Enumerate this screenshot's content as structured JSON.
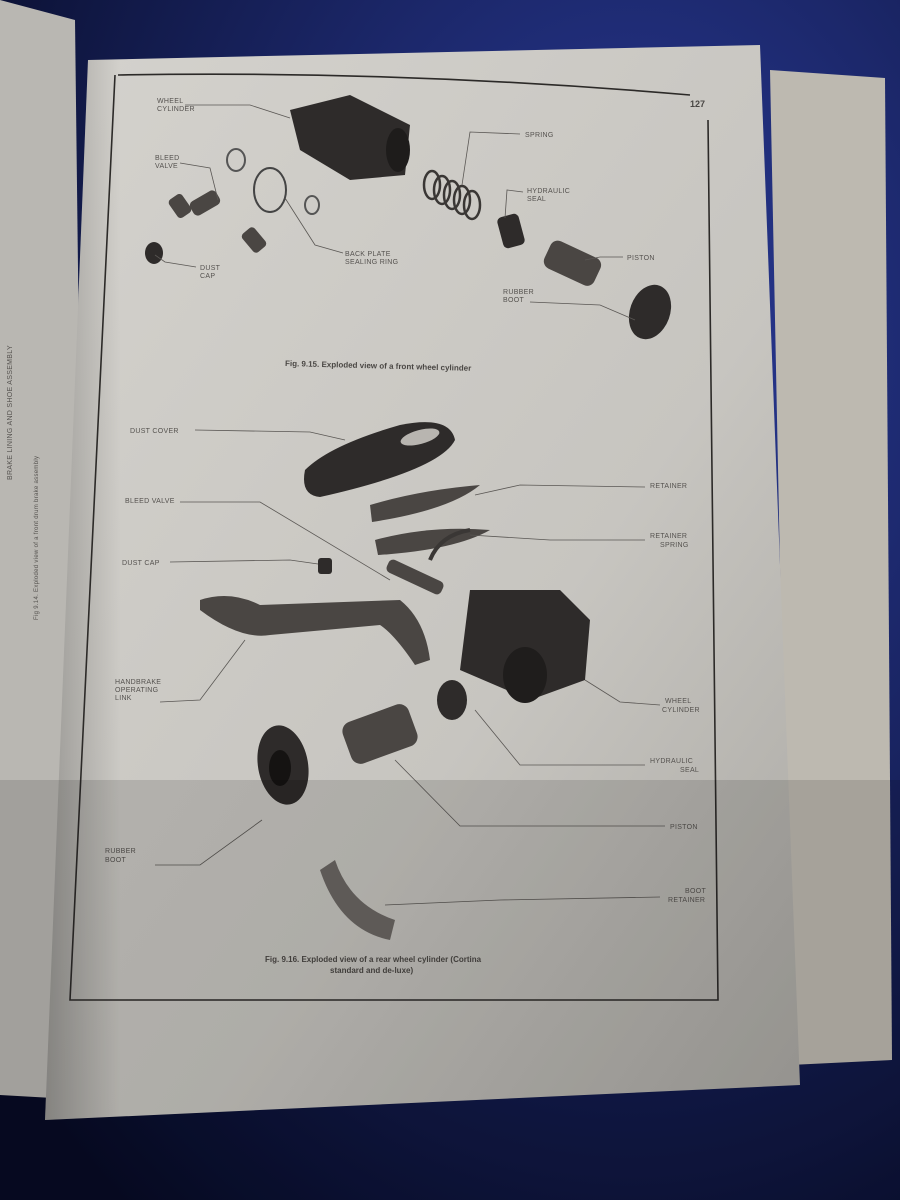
{
  "left_page": {
    "heading": "BRAKE LINING AND SHOE ASSEMBLY",
    "caption": "Fig 9.14. Exploded view of a front drum brake assembly"
  },
  "right_page": {
    "page_number": "127",
    "figure_1": {
      "caption": "Fig. 9.15. Exploded view of a front wheel cylinder",
      "labels": {
        "wheel_cylinder": [
          "WHEEL",
          "CYLINDER"
        ],
        "bleed_valve": [
          "BLEED",
          "VALVE"
        ],
        "dust_cap": [
          "DUST",
          "CAP"
        ],
        "back_plate_sealing_ring": [
          "BACK PLATE",
          "SEALING RING"
        ],
        "spring": [
          "SPRING"
        ],
        "hydraulic_seal": [
          "HYDRAULIC",
          "SEAL"
        ],
        "piston": [
          "PISTON"
        ],
        "rubber_boot": [
          "RUBBER",
          "BOOT"
        ]
      }
    },
    "figure_2": {
      "caption": [
        "Fig. 9.16. Exploded view of a rear wheel cylinder (Cortina",
        "standard and de-luxe)"
      ],
      "labels": {
        "dust_cover": [
          "DUST COVER"
        ],
        "bleed_valve": [
          "BLEED VALVE"
        ],
        "dust_cap": [
          "DUST CAP"
        ],
        "handbrake_operating_link": [
          "HANDBRAKE",
          "OPERATING",
          "LINK"
        ],
        "retainer": [
          "RETAINER"
        ],
        "retainer_spring": [
          "RETAINER",
          "SPRING"
        ],
        "wheel_cylinder": [
          "WHEEL",
          "CYLINDER"
        ],
        "hydraulic_seal": [
          "HYDRAULIC",
          "SEAL"
        ],
        "piston": [
          "PISTON"
        ],
        "rubber_boot": [
          "RUBBER",
          "BOOT"
        ],
        "boot_retainer": [
          "BOOT",
          "RETAINER"
        ]
      }
    }
  },
  "colors": {
    "background": "#0d1640",
    "page": "#c8c6c1",
    "ink": "#3a3735"
  }
}
